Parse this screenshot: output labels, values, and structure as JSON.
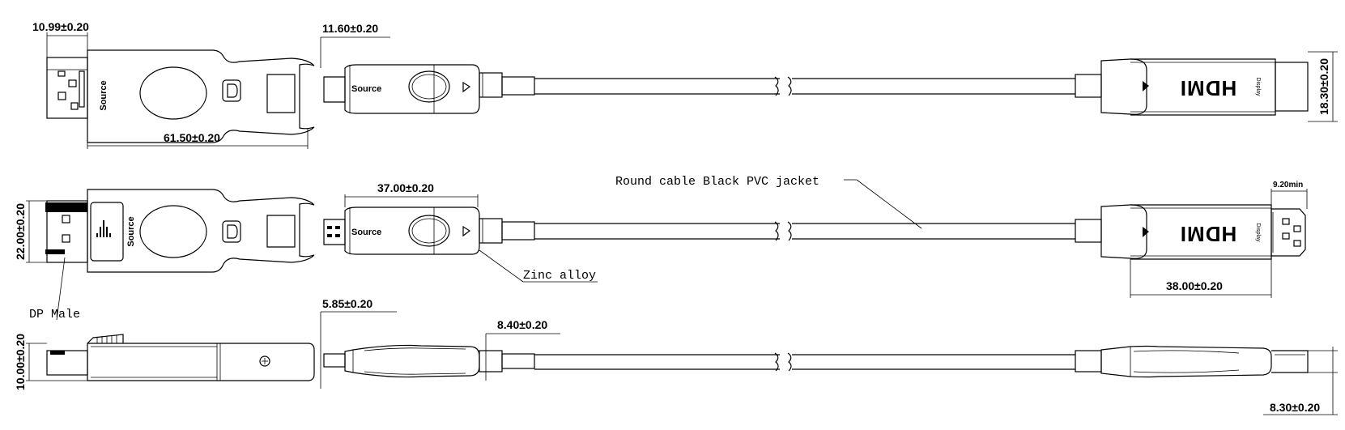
{
  "dimensions": {
    "dp_plug_width": "10.99±0.20",
    "dp_body_length": "61.50±0.20",
    "dp_end_width": "11.60±0.20",
    "dp_height": "22.00±0.20",
    "module_length": "37.00±0.20",
    "dp_side_thickness": "10.00±0.20",
    "module_tip": "5.85±0.20",
    "module_thickness": "8.40±0.20",
    "hdmi_height": "18.30±0.20",
    "hdmi_plug_min": "9.20min",
    "hdmi_body_length": "38.00±0.20",
    "hdmi_thickness": "8.30±0.20"
  },
  "labels": {
    "source": "Source",
    "cable_note": "Round cable Black PVC jacket",
    "zinc_note": "Zinc alloy",
    "dp_male": "DP Male",
    "hdmi_logo": "HDMI",
    "display": "Display"
  }
}
